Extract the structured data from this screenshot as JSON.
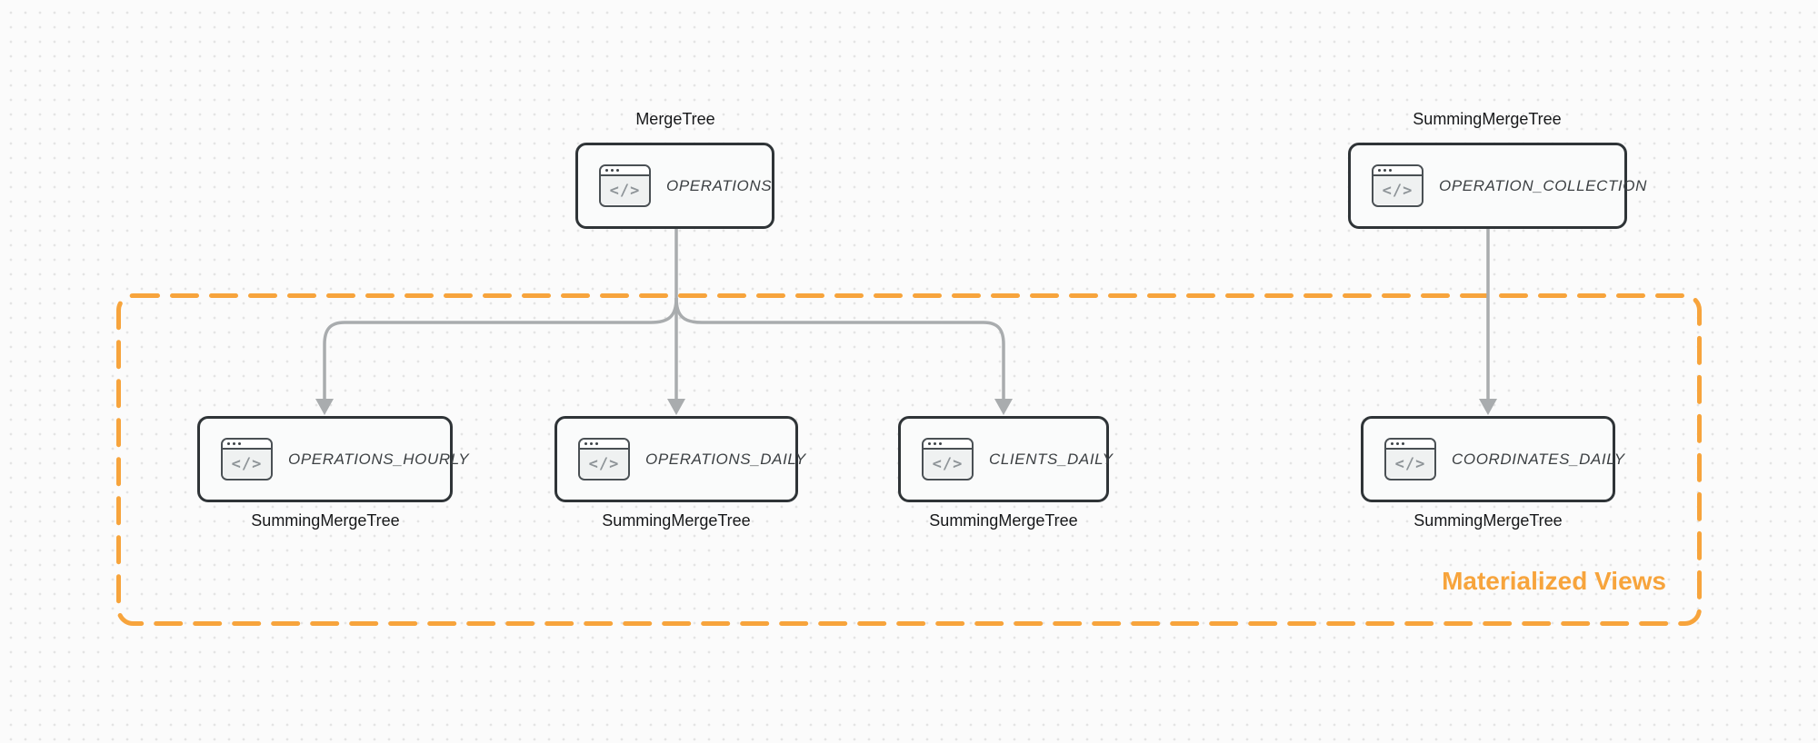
{
  "diagram": {
    "group_box": {
      "label": "Materialized Views",
      "border_color": "#f7a43c",
      "border_style": "dashed"
    },
    "colors": {
      "node_border": "#2f3437",
      "node_fill": "#fafbfb",
      "arrow": "#a9acae",
      "accent_orange": "#f7a43c",
      "engine_label_text": "#17181a",
      "node_title_text": "#3c4043"
    },
    "icons": {
      "code_window_glyph": "</>"
    },
    "nodes": [
      {
        "id": "operations",
        "title": "OPERATIONS",
        "engine": "MergeTree",
        "engine_position": "above"
      },
      {
        "id": "operation_collection",
        "title": "OPERATION_COLLECTION",
        "engine": "SummingMergeTree",
        "engine_position": "above"
      },
      {
        "id": "operations_hourly",
        "title": "OPERATIONS_HOURLY",
        "engine": "SummingMergeTree",
        "engine_position": "below"
      },
      {
        "id": "operations_daily",
        "title": "OPERATIONS_DAILY",
        "engine": "SummingMergeTree",
        "engine_position": "below"
      },
      {
        "id": "clients_daily",
        "title": "CLIENTS_DAILY",
        "engine": "SummingMergeTree",
        "engine_position": "below"
      },
      {
        "id": "coordinates_daily",
        "title": "COORDINATES_DAILY",
        "engine": "SummingMergeTree",
        "engine_position": "below"
      }
    ],
    "edges": [
      {
        "from": "operations",
        "to": "operations_hourly"
      },
      {
        "from": "operations",
        "to": "operations_daily"
      },
      {
        "from": "operations",
        "to": "clients_daily"
      },
      {
        "from": "operation_collection",
        "to": "coordinates_daily"
      }
    ]
  }
}
